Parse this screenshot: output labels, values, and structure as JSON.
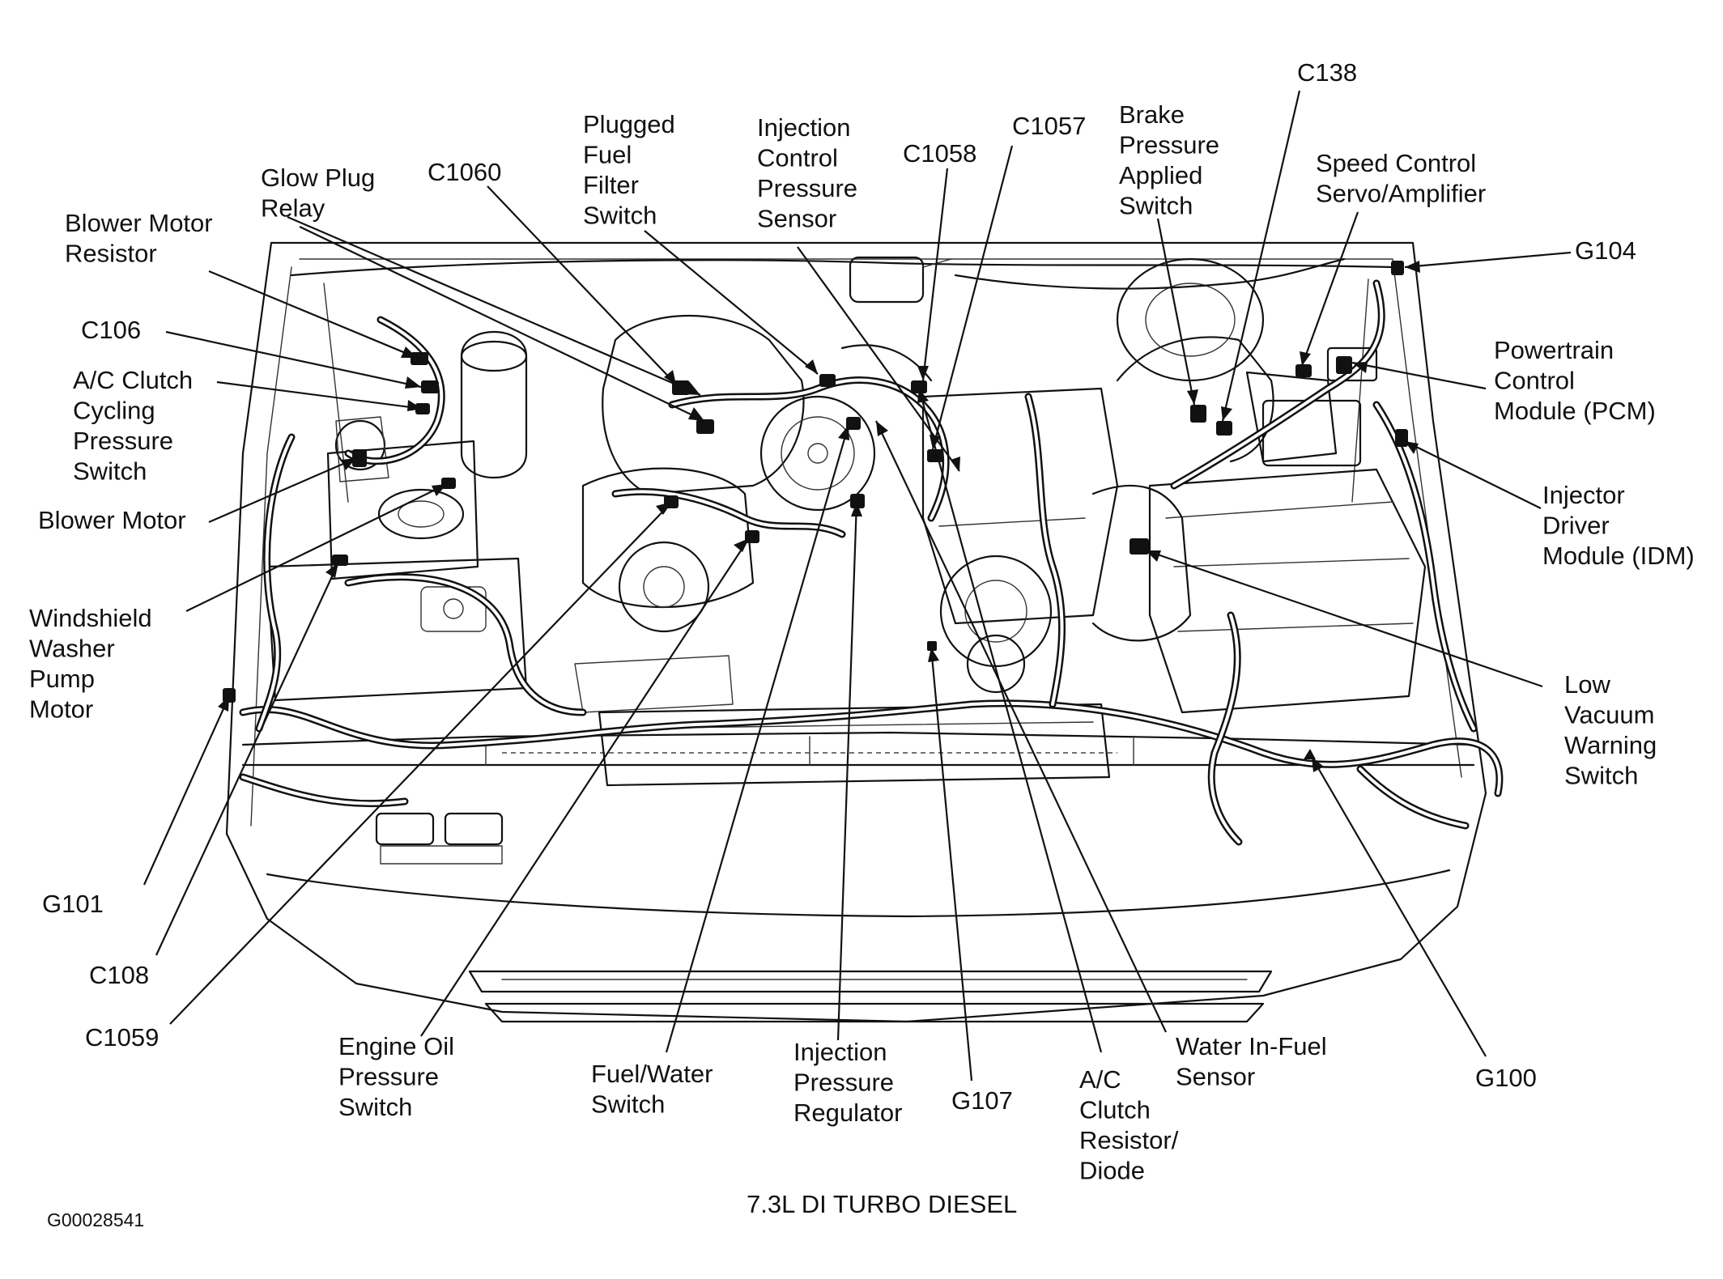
{
  "caption": "7.3L DI TURBO DIESEL",
  "figure_id": "G00028541",
  "callouts": [
    {
      "id": "blower-motor-resistor",
      "lines": [
        "Blower Motor",
        "Resistor"
      ]
    },
    {
      "id": "glow-plug-relay",
      "lines": [
        "Glow Plug",
        "Relay"
      ]
    },
    {
      "id": "c1060",
      "lines": [
        "C1060"
      ]
    },
    {
      "id": "plugged-fuel-filter-switch",
      "lines": [
        "Plugged",
        "Fuel",
        "Filter",
        "Switch"
      ]
    },
    {
      "id": "injection-control-pressure-sensor",
      "lines": [
        "Injection",
        "Control",
        "Pressure",
        "Sensor"
      ]
    },
    {
      "id": "c1058",
      "lines": [
        "C1058"
      ]
    },
    {
      "id": "c1057",
      "lines": [
        "C1057"
      ]
    },
    {
      "id": "brake-pressure-applied-switch",
      "lines": [
        "Brake",
        "Pressure",
        "Applied",
        "Switch"
      ]
    },
    {
      "id": "c138",
      "lines": [
        "C138"
      ]
    },
    {
      "id": "speed-control-servo-amplifier",
      "lines": [
        "Speed Control",
        "Servo/Amplifier"
      ]
    },
    {
      "id": "g104",
      "lines": [
        "G104"
      ]
    },
    {
      "id": "c106",
      "lines": [
        "C106"
      ]
    },
    {
      "id": "ac-clutch-cycling-pressure-switch",
      "lines": [
        "A/C Clutch",
        "Cycling",
        "Pressure",
        "Switch"
      ]
    },
    {
      "id": "blower-motor",
      "lines": [
        "Blower Motor"
      ]
    },
    {
      "id": "windshield-washer-pump-motor",
      "lines": [
        "Windshield",
        "Washer",
        "Pump",
        "Motor"
      ]
    },
    {
      "id": "powertrain-control-module",
      "lines": [
        "Powertrain",
        "Control",
        "Module (PCM)"
      ]
    },
    {
      "id": "injector-driver-module",
      "lines": [
        "Injector",
        "Driver",
        "Module (IDM)"
      ]
    },
    {
      "id": "low-vacuum-warning-switch",
      "lines": [
        "Low",
        "Vacuum",
        "Warning",
        "Switch"
      ]
    },
    {
      "id": "g101",
      "lines": [
        "G101"
      ]
    },
    {
      "id": "c108",
      "lines": [
        "C108"
      ]
    },
    {
      "id": "c1059",
      "lines": [
        "C1059"
      ]
    },
    {
      "id": "engine-oil-pressure-switch",
      "lines": [
        "Engine Oil",
        "Pressure",
        "Switch"
      ]
    },
    {
      "id": "fuel-water-switch",
      "lines": [
        "Fuel/Water",
        "Switch"
      ]
    },
    {
      "id": "injection-pressure-regulator",
      "lines": [
        "Injection",
        "Pressure",
        "Regulator"
      ]
    },
    {
      "id": "g107",
      "lines": [
        "G107"
      ]
    },
    {
      "id": "ac-clutch-resistor-diode",
      "lines": [
        "A/C",
        "Clutch",
        "Resistor/",
        "Diode"
      ]
    },
    {
      "id": "water-in-fuel-sensor",
      "lines": [
        "Water In-Fuel",
        "Sensor"
      ]
    },
    {
      "id": "g100",
      "lines": [
        "G100"
      ]
    }
  ]
}
